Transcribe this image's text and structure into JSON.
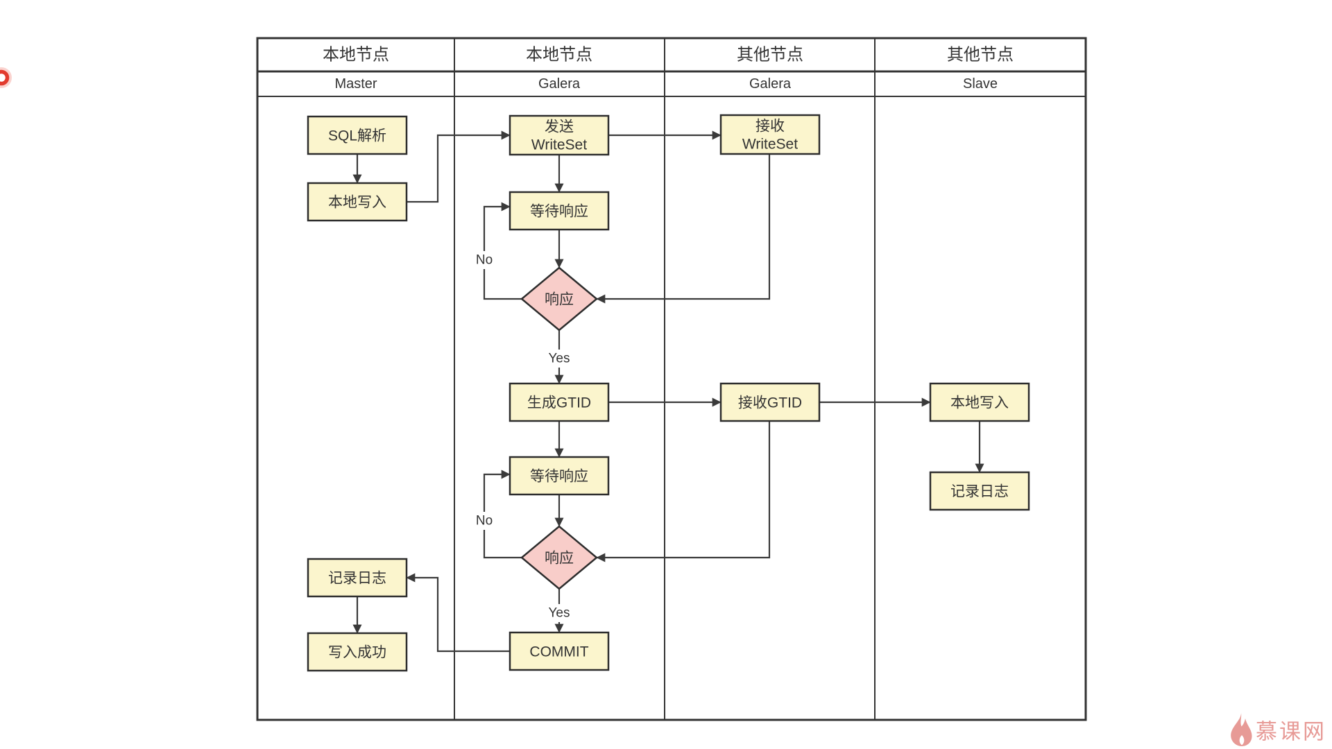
{
  "lanes": [
    {
      "group": "本地节点",
      "role": "Master"
    },
    {
      "group": "本地节点",
      "role": "Galera"
    },
    {
      "group": "其他节点",
      "role": "Galera"
    },
    {
      "group": "其他节点",
      "role": "Slave"
    }
  ],
  "nodes": {
    "sql_parse": "SQL解析",
    "local_write_master": "本地写入",
    "log_master": "记录日志",
    "write_success": "写入成功",
    "send_writeset": {
      "line1": "发送",
      "line2": "WriteSet"
    },
    "wait_response_1": "等待响应",
    "decision_1": "响应",
    "gen_gtid": "生成GTID",
    "wait_response_2": "等待响应",
    "decision_2": "响应",
    "commit": "COMMIT",
    "recv_writeset": {
      "line1": "接收",
      "line2": "WriteSet"
    },
    "recv_gtid": "接收GTID",
    "local_write_slave": "本地写入",
    "log_slave": "记录日志"
  },
  "edge_labels": {
    "yes_1": "Yes",
    "no_1": "No",
    "yes_2": "Yes",
    "no_2": "No"
  },
  "watermark": {
    "brand": "慕课网"
  },
  "colors": {
    "node_fill": "#FBF5CD",
    "decision_fill": "#F8CDC9",
    "border": "#2D2D2D",
    "line": "#3A3A3A",
    "watermark": "#E79A96",
    "badge_red": "#E23B2E"
  }
}
